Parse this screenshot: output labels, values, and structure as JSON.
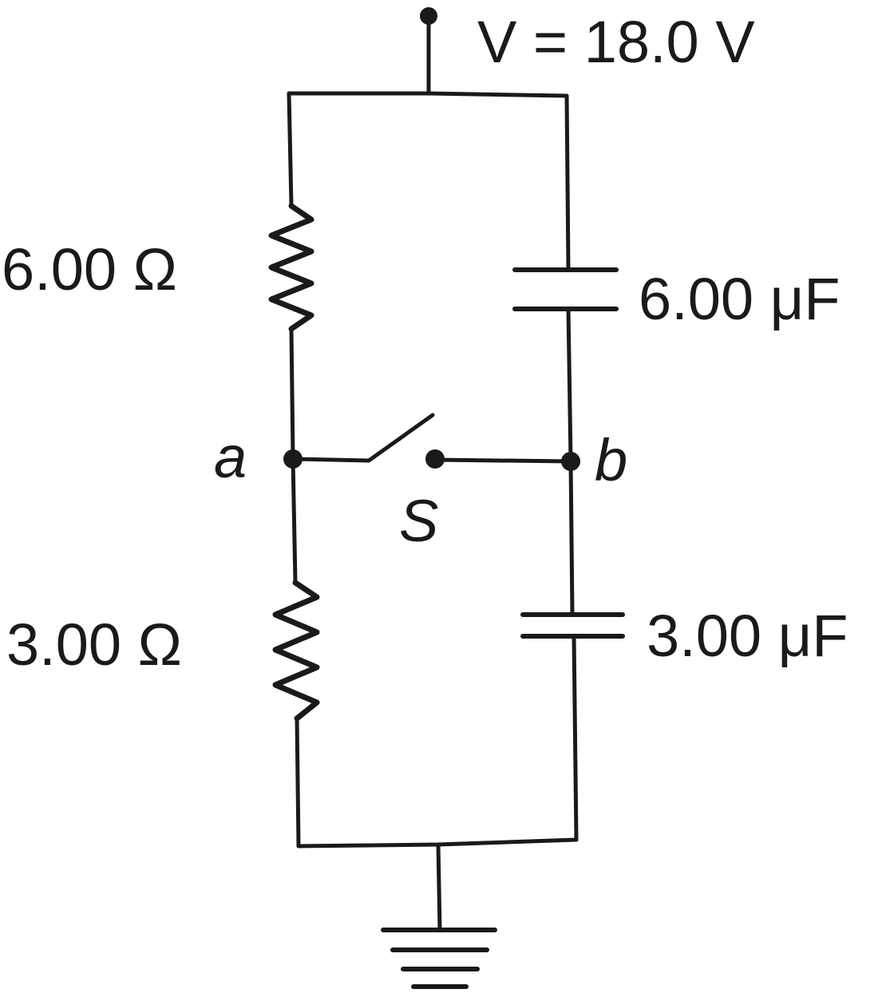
{
  "labels": {
    "voltage": "V = 18.0 V",
    "resistor_top": "6.00 Ω",
    "resistor_bottom": "3.00 Ω",
    "capacitor_top": "6.00 μF",
    "capacitor_bottom": "3.00 μF",
    "node_a": "a",
    "node_b": "b",
    "switch": "S"
  }
}
